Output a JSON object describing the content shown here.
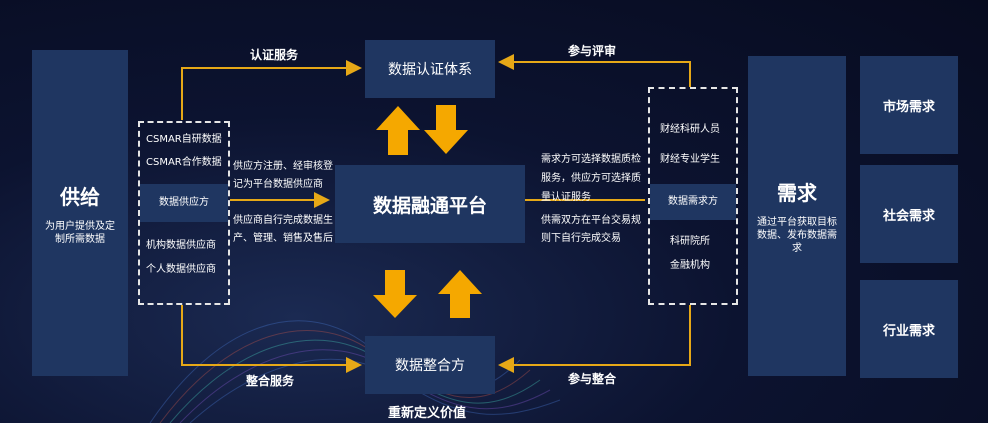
{
  "supply": {
    "title": "供给",
    "desc": "为用户提供及定制所需数据",
    "items": [
      "CSMAR自研数据",
      "CSMAR合作数据",
      "数据供应方",
      "机构数据供应商",
      "个人数据供应商"
    ]
  },
  "demand": {
    "title": "需求",
    "desc": "通过平台获取目标数据、发布数据需求",
    "items": [
      "财经科研人员",
      "财经专业学生",
      "数据需求方",
      "科研院所",
      "金融机构"
    ]
  },
  "center": {
    "cert_system": "数据认证体系",
    "platform": "数据融通平台",
    "integrator": "数据整合方",
    "revalue": "重新定义价值"
  },
  "edges": {
    "cert_service": "认证服务",
    "join_review": "参与评审",
    "integration_service": "整合服务",
    "join_integration": "参与整合"
  },
  "notes": {
    "supplier_register": "供应方注册、经审核登记为平台数据供应商",
    "supplier_produce": "供应商自行完成数据生产、管理、销售及售后",
    "demander_choose": "需求方可选择数据质检服务，供应方可选择质量认证服务",
    "both_trade": "供需双方在平台交易规则下自行完成交易"
  },
  "needs": [
    "市场需求",
    "社会需求",
    "行业需求"
  ],
  "colors": {
    "box": "#1f3661",
    "accent_arrow": "#f5a800",
    "line": "#e6a817",
    "background": "#0b1230"
  }
}
